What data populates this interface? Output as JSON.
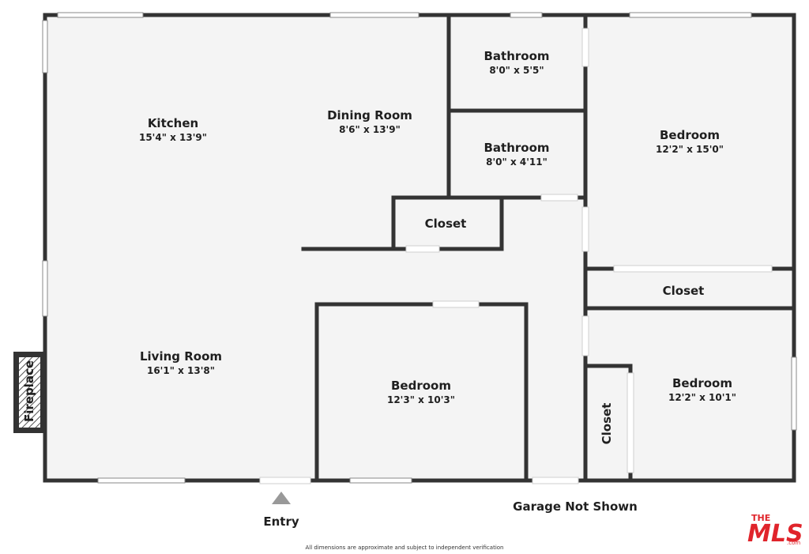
{
  "rooms": {
    "kitchen": {
      "name": "Kitchen",
      "dim": "15'4\" x 13'9\""
    },
    "dining": {
      "name": "Dining Room",
      "dim": "8'6\" x 13'9\""
    },
    "bath1": {
      "name": "Bathroom",
      "dim": "8'0\" x 5'5\""
    },
    "bath2": {
      "name": "Bathroom",
      "dim": "8'0\" x 4'11\""
    },
    "bedroom1": {
      "name": "Bedroom",
      "dim": "12'2\" x 15'0\""
    },
    "closet1": {
      "name": "Closet"
    },
    "closet2": {
      "name": "Closet"
    },
    "closet3": {
      "name": "Closet"
    },
    "living": {
      "name": "Living Room",
      "dim": "16'1\" x 13'8\""
    },
    "bedroom2": {
      "name": "Bedroom",
      "dim": "12'3\" x 10'3\""
    },
    "bedroom3": {
      "name": "Bedroom",
      "dim": "12'2\" x 10'1\""
    },
    "fireplace": {
      "name": "Fireplace"
    }
  },
  "labels": {
    "entry": "Entry",
    "garage": "Garage Not Shown",
    "footnote": "All dimensions are approximate and subject to independent verification"
  },
  "logo": {
    "top": "THE",
    "main": "MLS",
    "suffix": ".com",
    "color": "#e0242b"
  },
  "colors": {
    "wall": "#333333",
    "floor": "#f5f5f5"
  }
}
